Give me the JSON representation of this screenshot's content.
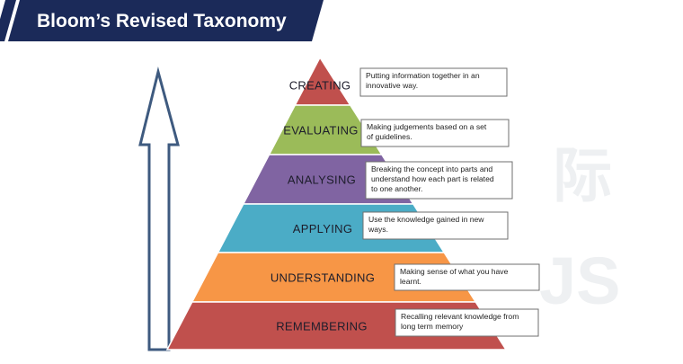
{
  "header": {
    "title": "Bloom’s Revised Taxonomy"
  },
  "watermark": {
    "glyph": "际",
    "letters": "JS"
  },
  "colors": {
    "banner": "#1b2a59",
    "arrow_stroke": "#3e5a7f",
    "arrow_fill": "#ffffff"
  },
  "levels": [
    {
      "label": "CREATING",
      "color": "#c0504d",
      "description": [
        "Putting information together in an",
        "innovative way."
      ]
    },
    {
      "label": "EVALUATING",
      "color": "#9bbb59",
      "description": [
        "Making judgements based on a set",
        "of guidelines."
      ]
    },
    {
      "label": "ANALYSING",
      "color": "#8064a2",
      "description": [
        "Breaking the concept into parts and",
        "understand how each part is related",
        "to one another."
      ]
    },
    {
      "label": "APPLYING",
      "color": "#4bacc6",
      "description": [
        "Use the knowledge gained in new",
        "ways."
      ]
    },
    {
      "label": "UNDERSTANDING",
      "color": "#f79646",
      "description": [
        "Making sense of what you have",
        "learnt."
      ]
    },
    {
      "label": "REMEMBERING",
      "color": "#c0504d",
      "description": [
        "Recalling relevant knowledge from",
        "long term memory"
      ]
    }
  ]
}
